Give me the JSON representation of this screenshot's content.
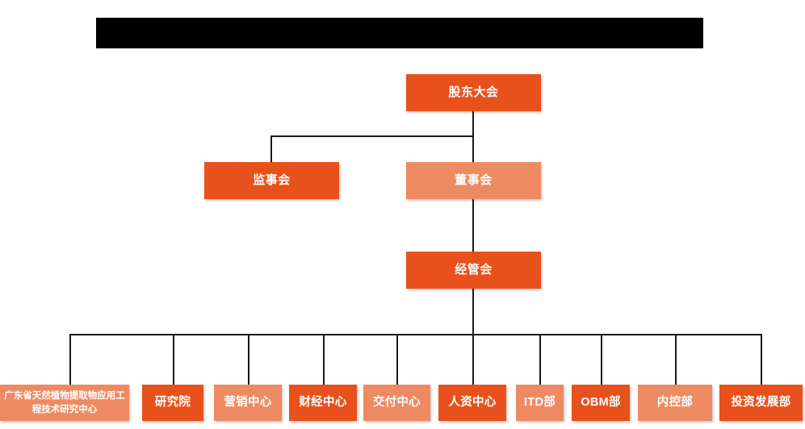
{
  "chart": {
    "kind": "org-chart",
    "background_color": "#FFFFFF",
    "palette": {
      "dark_orange": "#E8511B",
      "light_salmon": "#EE8A62",
      "connector": "#1A1A1A",
      "redaction": "#000000",
      "node_text": "#FFFFFF"
    },
    "redaction_bar": {
      "label": "",
      "note": "solid black redacted title bar"
    },
    "levels": [
      {
        "level": 1,
        "nodes": [
          {
            "id": "shareholders",
            "label": "股东大会",
            "shade": "dark"
          }
        ]
      },
      {
        "level": 2,
        "nodes": [
          {
            "id": "supervisors",
            "label": "监事会",
            "shade": "dark"
          },
          {
            "id": "directors",
            "label": "董事会",
            "shade": "light"
          }
        ]
      },
      {
        "level": 3,
        "nodes": [
          {
            "id": "management",
            "label": "经管会",
            "shade": "dark"
          }
        ]
      },
      {
        "level": 4,
        "nodes": [
          {
            "id": "gd-research-center",
            "label": "广东省天然植物提取物应用工程技术研究中心",
            "shade": "light"
          },
          {
            "id": "institute",
            "label": "研究院",
            "shade": "dark"
          },
          {
            "id": "marketing-center",
            "label": "营销中心",
            "shade": "light"
          },
          {
            "id": "finance-center",
            "label": "财经中心",
            "shade": "dark"
          },
          {
            "id": "delivery-center",
            "label": "交付中心",
            "shade": "light"
          },
          {
            "id": "hr-center",
            "label": "人资中心",
            "shade": "dark"
          },
          {
            "id": "itd-dept",
            "label": "ITD部",
            "shade": "light"
          },
          {
            "id": "obm-dept",
            "label": "OBM部",
            "shade": "dark"
          },
          {
            "id": "internal-control-dept",
            "label": "内控部",
            "shade": "light"
          },
          {
            "id": "investment-development-dept",
            "label": "投资发展部",
            "shade": "dark"
          }
        ]
      }
    ]
  }
}
